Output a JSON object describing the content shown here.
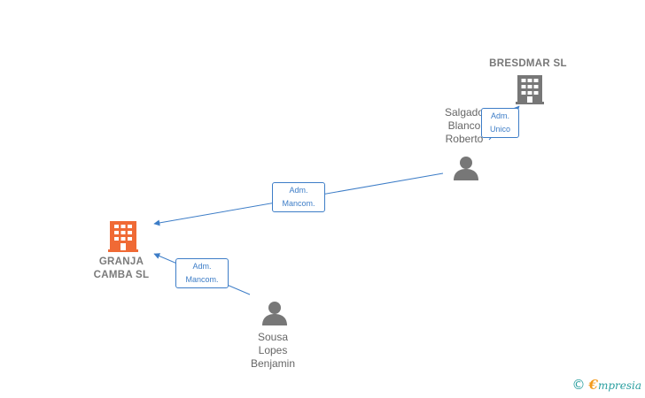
{
  "nodes": {
    "granja": {
      "label": "GRANJA\nCAMBA SL",
      "type": "company",
      "color": "#f06a35"
    },
    "bresdmar": {
      "label": "BRESDMAR SL",
      "type": "company",
      "color": "#777777"
    },
    "salgado": {
      "label": "Salgado\nBlanco\nRoberto",
      "type": "person",
      "color": "#777777"
    },
    "sousa": {
      "label": "Sousa\nLopes\nBenjamin",
      "type": "person",
      "color": "#777777"
    }
  },
  "edges": {
    "salgado_granja": {
      "label": "Adm.\nMancom."
    },
    "sousa_granja": {
      "label": "Adm.\nMancom."
    },
    "salgado_bresdmar": {
      "label": "Adm.\nUnico"
    }
  },
  "colors": {
    "edge": "#3d7dc7",
    "focus": "#f06a35",
    "node": "#777777"
  },
  "footer": {
    "copyright_symbol": "©",
    "brand_initial": "€",
    "brand_rest": "mpresia"
  }
}
